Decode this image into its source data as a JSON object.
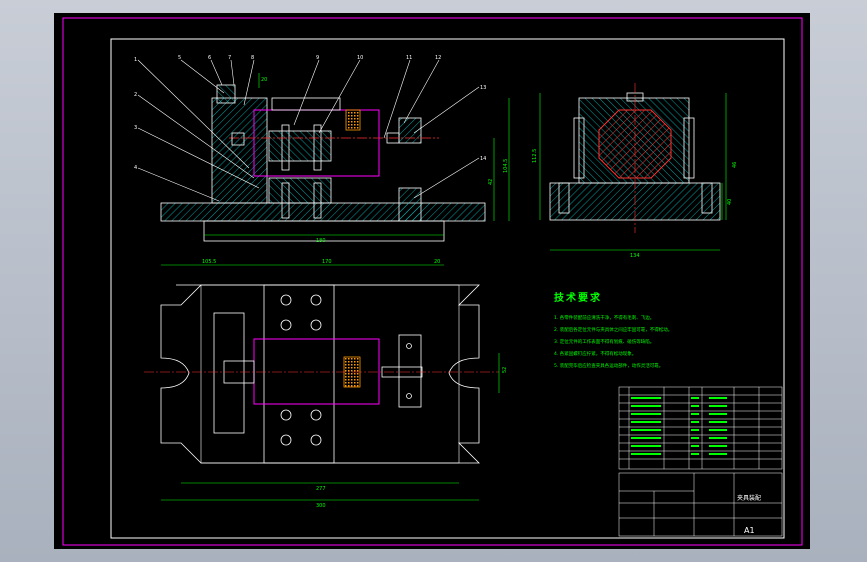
{
  "colors": {
    "background": "#000000",
    "frame": "#ff00ff",
    "border": "#ffffff",
    "dimension": "#00ff00",
    "outline": "#ffffff",
    "hatch": "#00c8c8",
    "hidden": "#ff00ff",
    "center": "#ff3030",
    "workpiece": "#ff3030",
    "pad": "#ff9900"
  },
  "balloons": [
    "1",
    "2",
    "3",
    "4",
    "5",
    "6",
    "7",
    "8",
    "9",
    "10",
    "11",
    "12",
    "13",
    "14"
  ],
  "front_view": {
    "dim_width": "180",
    "dim_height_a": "42",
    "dim_height_b": "104.5",
    "dim_small": "20"
  },
  "side_view": {
    "dim_height_a": "112.5",
    "dim_height_b": "46",
    "dim_height_c": "40",
    "dim_width": "134"
  },
  "plan_view": {
    "dim_top_a": "105.5",
    "dim_top_b": "170",
    "dim_top_c": "20",
    "dim_bottom_a": "277",
    "dim_bottom_b": "300",
    "dim_right": "52"
  },
  "tech_title": "技术要求",
  "tech_notes": [
    "1. 各零件装配前应清洗干净，不得有毛刺、飞边。",
    "2. 装配后各定位元件与夹具体之间应牢固可靠，不得松动。",
    "3. 定位元件的工作表面不得有划痕、碰伤等缺陷。",
    "4. 各紧固螺钉应拧紧，不得有松动现象。",
    "5. 装配完毕后应检查夹具各运动部件，动作灵活可靠。"
  ],
  "title_block": {
    "drawing_title": "夹具装配",
    "sheet_size": "A1"
  }
}
